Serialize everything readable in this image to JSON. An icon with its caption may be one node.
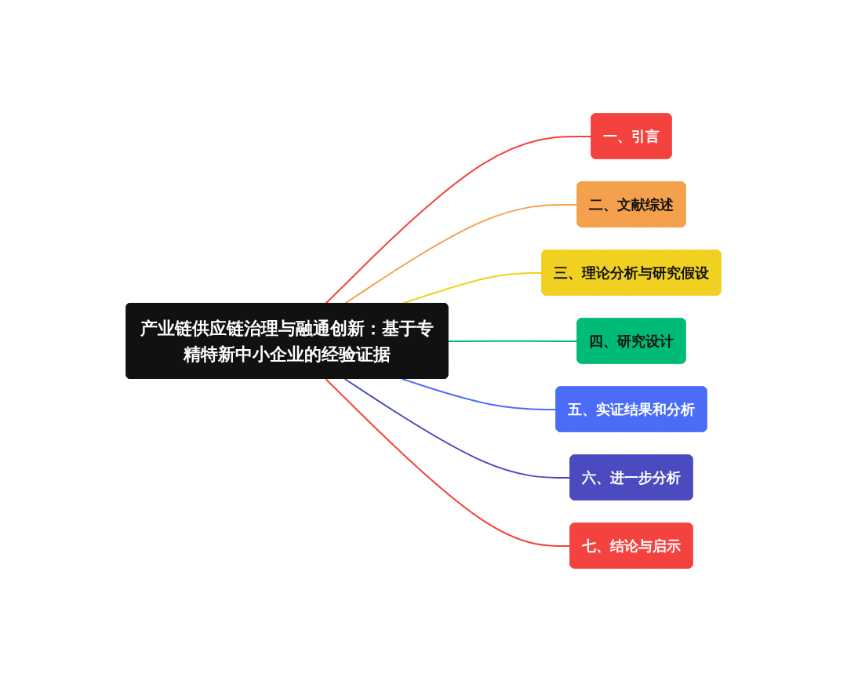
{
  "diagram": {
    "nodes": [
      {
        "text": [
          "产业链供应链治理与融通创新：基于专精特新中小企业的经验证据"
        ]
      },
      {
        "text": [
          "一、引言"
        ]
      },
      {
        "text": [
          "二、文献综述"
        ]
      },
      {
        "text": [
          "三、理论分析与研究假设"
        ]
      },
      {
        "text": [
          "四、研究设计"
        ]
      },
      {
        "text": [
          "五、实证结果和分析"
        ]
      },
      {
        "text": [
          "六、进一步分析"
        ]
      },
      {
        "text": [
          "七、结论与启示"
        ]
      }
    ],
    "edges": [
      {
        "from": 0,
        "to": 1,
        "arrow": "none",
        "color": "#f4433f"
      },
      {
        "from": 0,
        "to": 2,
        "arrow": "none",
        "color": "#f5a04c"
      },
      {
        "from": 0,
        "to": 3,
        "arrow": "none",
        "color": "#f0d020"
      },
      {
        "from": 0,
        "to": 4,
        "arrow": "none",
        "color": "#00bb77"
      },
      {
        "from": 0,
        "to": 5,
        "arrow": "none",
        "color": "#4a6cf7"
      },
      {
        "from": 0,
        "to": 6,
        "arrow": "none",
        "color": "#4b4bbf"
      },
      {
        "from": 0,
        "to": 7,
        "arrow": "none",
        "color": "#f4433f"
      }
    ]
  }
}
